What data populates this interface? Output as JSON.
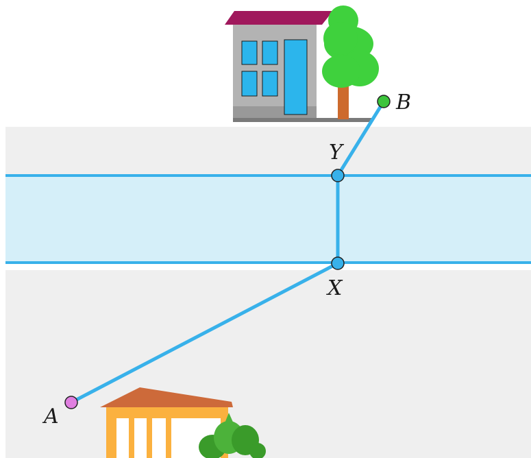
{
  "points": {
    "A": {
      "label": "A",
      "color": "#e07fe0"
    },
    "B": {
      "label": "B",
      "color": "#3cc43c"
    },
    "X": {
      "label": "X",
      "color": "#38b1ea"
    },
    "Y": {
      "label": "Y",
      "color": "#38b1ea"
    }
  },
  "colors": {
    "path": "#38b1ea",
    "river_fill": "#d5eff9",
    "river_bank": "#38b1ea",
    "land": "#efefef",
    "house_top_roof": "#a0185c",
    "house_top_wall": "#b3b3b3",
    "window": "#2cb5ec",
    "tree_crown": "#3fd13d",
    "tree_trunk": "#cd6a2d",
    "house_bottom_roof": "#cd6a3a",
    "house_bottom_wall": "#fbb13f",
    "bush": "#3a9b2a"
  },
  "icons": [
    "house-icon",
    "tree-icon",
    "house-icon",
    "bush-icon"
  ]
}
